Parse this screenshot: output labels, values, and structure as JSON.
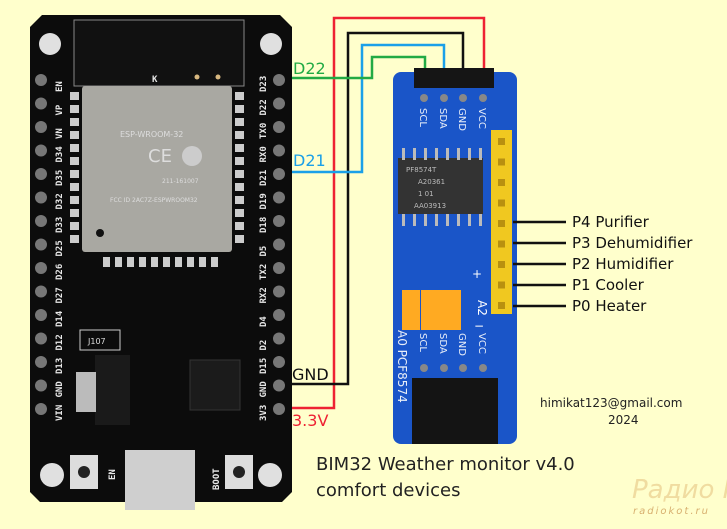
{
  "esp32": {
    "module_label": "ESP-WROOM-32",
    "fcc_label": "FCC ID 2AC7Z-ESPWROOM32",
    "cert_label": "211-161007",
    "chip_k": "K",
    "j_label": "J107",
    "left_pins": [
      "EN",
      "VP",
      "VN",
      "D34",
      "D35",
      "D32",
      "D33",
      "D25",
      "D26",
      "D27",
      "D14",
      "D12",
      "D13",
      "GND",
      "VIN"
    ],
    "right_pins": [
      "D23",
      "D22",
      "TX0",
      "RX0",
      "D21",
      "D19",
      "D18",
      "D5",
      "TX2",
      "RX2",
      "D4",
      "D2",
      "D15",
      "GND",
      "3V3"
    ],
    "button_en": "EN",
    "button_boot": "BOOT"
  },
  "wires": {
    "d22": {
      "label": "D22",
      "color": "#22aa44"
    },
    "d21": {
      "label": "D21",
      "color": "#1aa0e8"
    },
    "gnd": {
      "label": "GND",
      "color": "#111111"
    },
    "vcc": {
      "label": "3.3V",
      "color": "#ee2233"
    }
  },
  "pcf": {
    "top_pins": [
      "SCL",
      "SDA",
      "GND",
      "VCC"
    ],
    "bottom_pins": [
      "SCL",
      "SDA",
      "GND",
      "VCC"
    ],
    "chip_text": [
      "PF8574T",
      "A20361",
      "1   01",
      "AA03913"
    ],
    "board_label": "A0 PCF8574",
    "a2": "A2",
    "plus": "+",
    "minus": "−",
    "board_color": "#1a55c8"
  },
  "outputs": [
    {
      "label": "P4  Purifier"
    },
    {
      "label": "P3  Dehumidifier"
    },
    {
      "label": "P2  Humidifier"
    },
    {
      "label": "P1  Cooler"
    },
    {
      "label": "P0  Heater"
    }
  ],
  "credit": {
    "email": "himikat123@gmail.com",
    "year": "2024"
  },
  "title": {
    "line1": "BIM32 Weather monitor v4.0",
    "line2": "comfort devices"
  },
  "watermark": {
    "name": "Радио КОТ",
    "site": "radiokot.ru"
  }
}
